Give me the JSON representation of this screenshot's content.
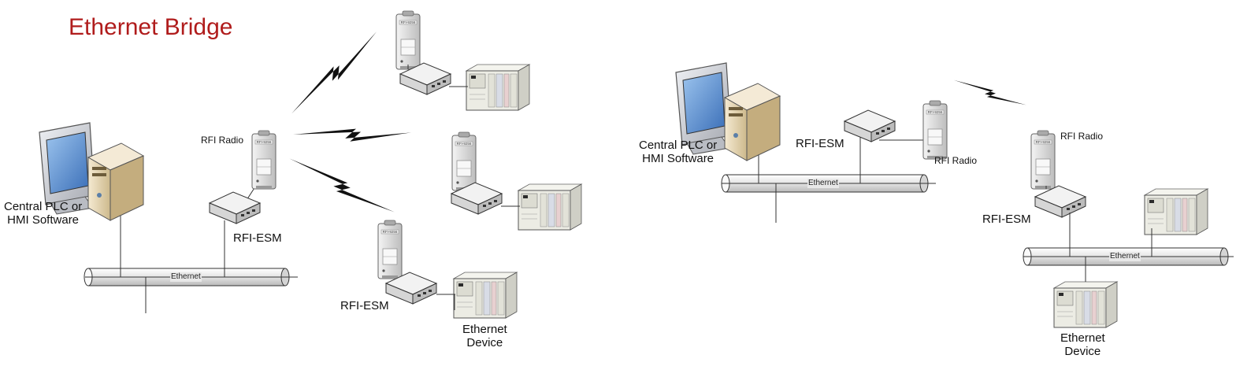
{
  "title": "Ethernet Bridge",
  "labels": {
    "central_plc_left": "Central PLC or\nHMI Software",
    "central_plc_right": "Central PLC or\nHMI Software",
    "rfi_radio_left": "RFI Radio",
    "rfi_radio_right_a": "RFI Radio",
    "rfi_radio_right_b": "RFI Radio",
    "rfi_esm_left": "RFI-ESM",
    "rfi_esm_bottom": "RFI-ESM",
    "rfi_esm_right_top": "RFI-ESM",
    "rfi_esm_right_bottom": "RFI-ESM",
    "ethernet_device_left": "Ethernet\nDevice",
    "ethernet_device_right": "Ethernet\nDevice",
    "ethernet_bus_1": "Ethernet",
    "ethernet_bus_2": "Ethernet",
    "ethernet_bus_3": "Ethernet",
    "radio_model": "RFI-9256"
  },
  "colors": {
    "title": "#b01c1c",
    "cable_fill": "#e6e6e6",
    "cable_stroke": "#333333",
    "monitor_frame": "#cfd0d4",
    "monitor_screen": "#5d8fd0",
    "tower": "#ead9b4",
    "radio_body": "#dcdcdc",
    "plc_body": "#e9e9e2"
  },
  "icons": [
    "computer-icon",
    "radio-icon",
    "switch-icon",
    "plc-icon",
    "lightning-bolt-icon"
  ]
}
